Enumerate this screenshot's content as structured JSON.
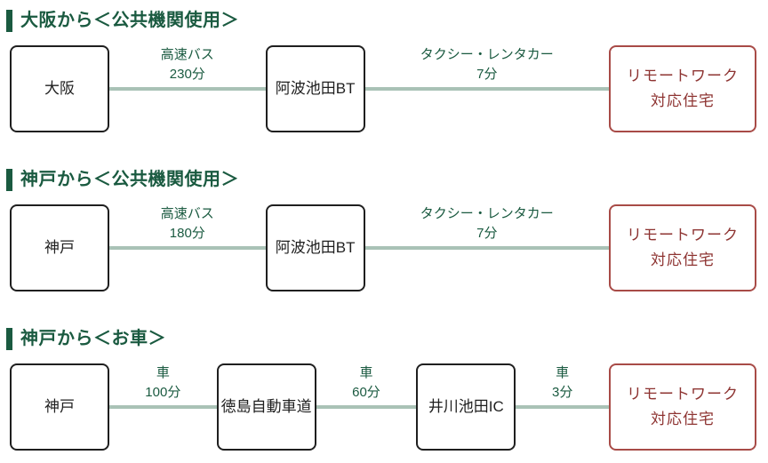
{
  "colors": {
    "accent_green": "#1a5a40",
    "connector_line": "#a9c2b6",
    "node_border": "#1f1f1f",
    "node_text": "#1f1f1f",
    "dest_border": "#a84b47",
    "dest_text": "#8e3432",
    "page_bg": "#ffffff"
  },
  "sections": [
    {
      "heading": "大阪から＜公共機関使用＞",
      "nodes": [
        {
          "label": "大阪"
        },
        {
          "label": "阿波池田BT"
        }
      ],
      "dest": {
        "line1": "リモートワーク",
        "line2": "対応住宅"
      },
      "edges": [
        {
          "mode": "高速バス",
          "time": "230分"
        },
        {
          "mode": "タクシー・レンタカー",
          "time": "7分"
        }
      ]
    },
    {
      "heading": "神戸から＜公共機関使用＞",
      "nodes": [
        {
          "label": "神戸"
        },
        {
          "label": "阿波池田BT"
        }
      ],
      "dest": {
        "line1": "リモートワーク",
        "line2": "対応住宅"
      },
      "edges": [
        {
          "mode": "高速バス",
          "time": "180分"
        },
        {
          "mode": "タクシー・レンタカー",
          "time": "7分"
        }
      ]
    },
    {
      "heading": "神戸から＜お車＞",
      "nodes": [
        {
          "label": "神戸"
        },
        {
          "label": "徳島自動車道"
        },
        {
          "label": "井川池田IC"
        }
      ],
      "dest": {
        "line1": "リモートワーク",
        "line2": "対応住宅"
      },
      "edges": [
        {
          "mode": "車",
          "time": "100分"
        },
        {
          "mode": "車",
          "time": "60分"
        },
        {
          "mode": "車",
          "time": "3分"
        }
      ]
    }
  ]
}
